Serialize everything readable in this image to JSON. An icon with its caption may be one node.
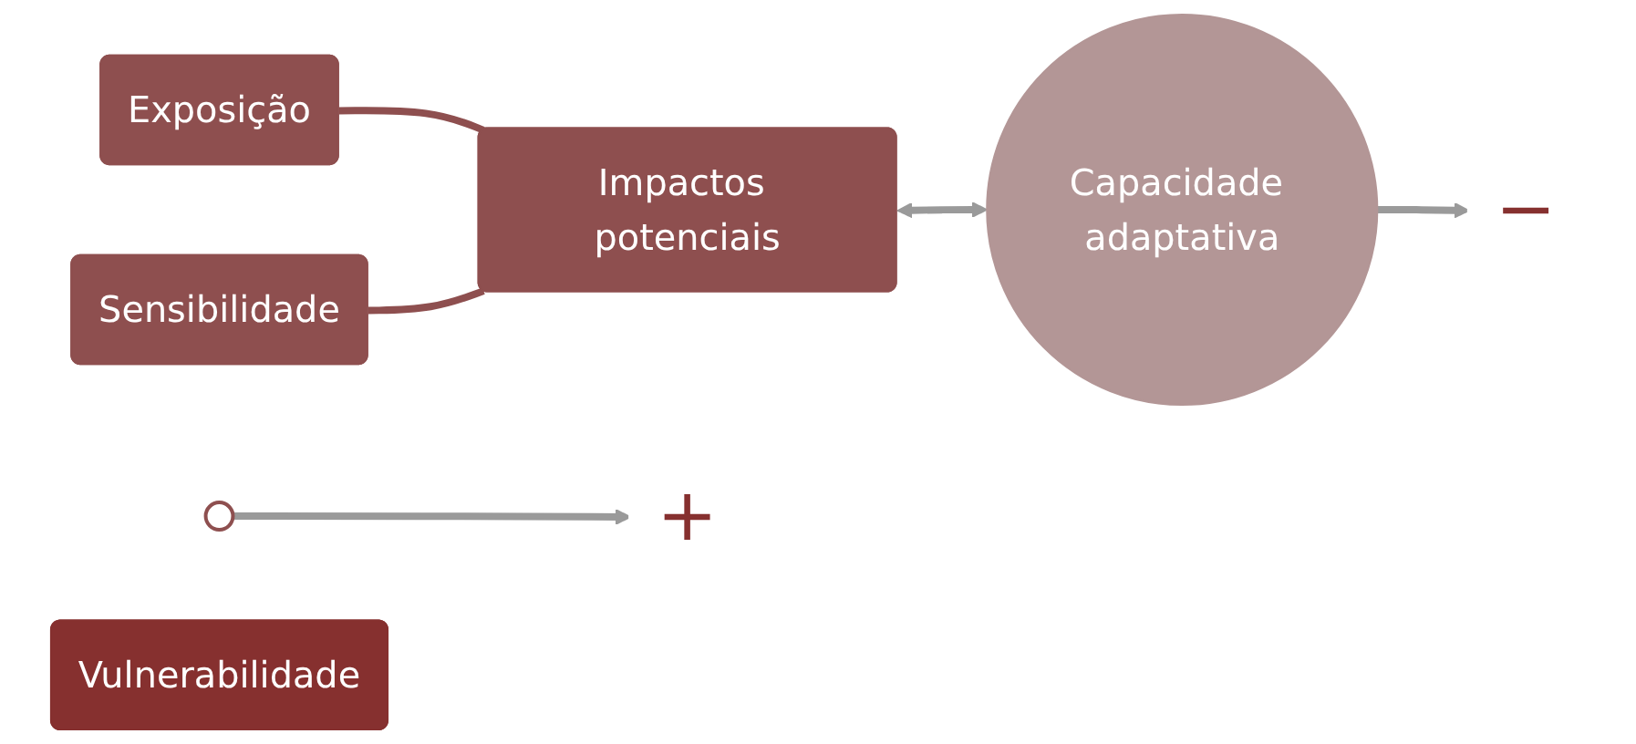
{
  "diagram": {
    "nodes": [
      {
        "text": [],
        "shape": "circle"
      },
      {
        "text": [
          "Exposição"
        ]
      },
      {
        "text": [
          "Sensibilidade"
        ]
      },
      {
        "text": [
          "Impactos potenciais"
        ]
      },
      {
        "text": [
          "Capacidade adaptativa"
        ]
      },
      {
        "text": [
          "Vulnerabilidade"
        ]
      },
      {
        "text": [
          "+"
        ]
      },
      {
        "text": [
          "−"
        ]
      }
    ],
    "edges": [
      {
        "from": 1,
        "to": 3,
        "arrow": "none",
        "color": "#8e4f4f"
      },
      {
        "from": 2,
        "to": 3,
        "arrow": "none",
        "color": "#8e4f4f"
      },
      {
        "from": 3,
        "to": 4,
        "arrow": "both"
      },
      {
        "from": 0,
        "to": 6,
        "arrow": "to"
      },
      {
        "from": 4,
        "to": 7,
        "arrow": "to"
      }
    ]
  }
}
